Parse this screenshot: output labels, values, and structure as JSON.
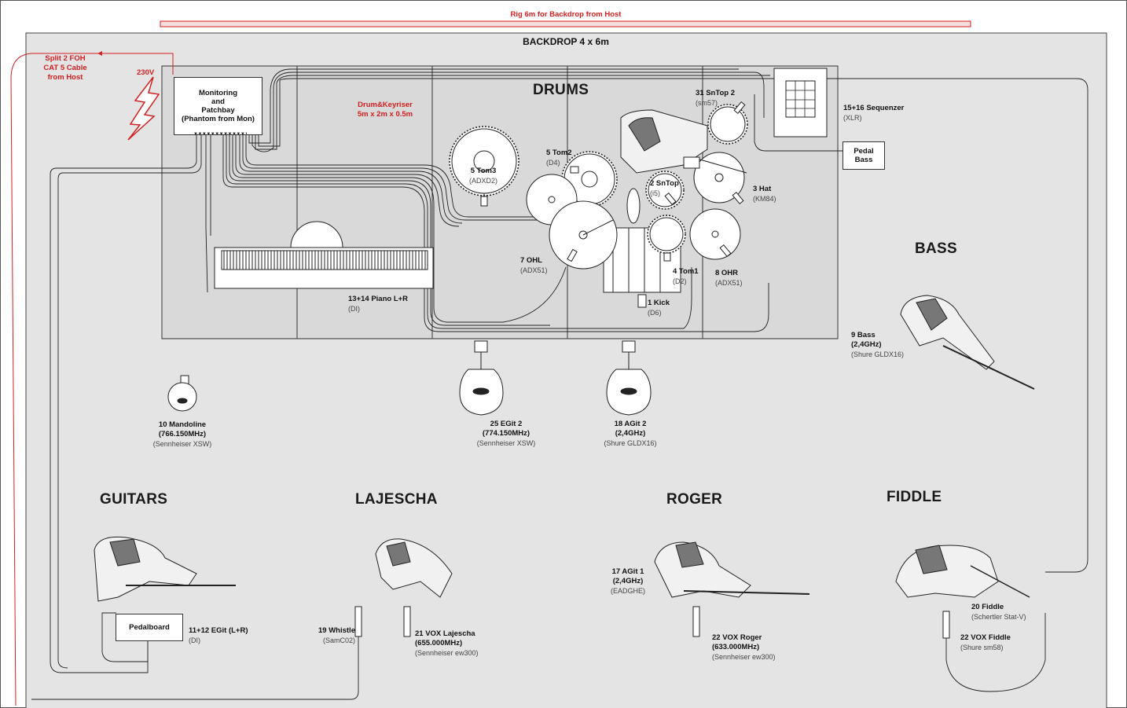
{
  "header": {
    "rig_label": "Rig 6m for Backdrop from Host",
    "backdrop_label": "BACKDROP 4 x 6m"
  },
  "colors": {
    "accent_red": "#d21f1f",
    "stage_fill": "#e4e4e4",
    "riser_fill": "#d8d8d8",
    "line": "#1a1a1a"
  },
  "split": {
    "line1": "Split 2 FOH",
    "line2": "CAT 5 Cable",
    "line3": "from Host",
    "power": "230V"
  },
  "monitoring": {
    "line1": "Monitoring",
    "line2": "and",
    "line3": "Patchbay",
    "line4": "(Phantom from Mon)"
  },
  "riser": {
    "line1": "Drum&Keyriser",
    "line2": "5m x 2m x 0.5m"
  },
  "zones": {
    "drums": "DRUMS",
    "bass": "BASS",
    "guitars": "GUITARS",
    "lajescha": "LAJESCHA",
    "roger": "ROGER",
    "fiddle": "FIDDLE"
  },
  "channels": {
    "tom3": {
      "name": "5 Tom3",
      "mic": "(ADXD2)"
    },
    "tom2": {
      "name": "5 Tom2",
      "mic": "(D4)"
    },
    "sntop2": {
      "name": "31 SnTop 2",
      "mic": "(sm57)"
    },
    "sntop": {
      "name": "2 SnTop",
      "mic": "(i5)"
    },
    "hat": {
      "name": "3 Hat",
      "mic": "(KM84)"
    },
    "ohl": {
      "name": "7 OHL",
      "mic": "(ADX51)"
    },
    "tom1": {
      "name": "4 Tom1",
      "mic": "(D2)"
    },
    "ohr": {
      "name": "8 OHR",
      "mic": "(ADX51)"
    },
    "kick": {
      "name": "1 Kick",
      "mic": "(D6)"
    },
    "seq": {
      "name": "15+16 Sequenzer",
      "mic": "(XLR)"
    },
    "piano": {
      "name": "13+14 Piano L+R",
      "mic": "(DI)"
    },
    "bass": {
      "name": "9 Bass",
      "freq": "(2,4GHz)",
      "mic": "(Shure GLDX16)"
    },
    "mandoline": {
      "name": "10 Mandoline",
      "freq": "(766.150MHz)",
      "mic": "(Sennheiser XSW)"
    },
    "egit2": {
      "name": "25 EGit 2",
      "freq": "(774.150MHz)",
      "mic": "(Sennheiser XSW)"
    },
    "agit2": {
      "name": "18  AGit 2",
      "freq": "(2,4GHz)",
      "mic": "(Shure GLDX16)"
    },
    "egit": {
      "name": "11+12 EGit (L+R)",
      "mic": "(DI)"
    },
    "whistle": {
      "name": "19 Whistle",
      "mic": "(SamC02)"
    },
    "vox_lajescha": {
      "name": "21 VOX Lajescha",
      "freq": "(655.000MHz)",
      "mic": "(Sennheiser ew300)"
    },
    "agit1": {
      "name": "17 AGit 1",
      "freq": "(2,4GHz)",
      "mic": "(EADGHE)"
    },
    "vox_roger": {
      "name": "22 VOX Roger",
      "freq": "(633.000MHz)",
      "mic": "(Sennheiser ew300)"
    },
    "fiddle": {
      "name": "20 Fiddle",
      "mic": "(Schertler Stat-V)"
    },
    "vox_fiddle": {
      "name": "22 VOX Fiddle",
      "mic": "(Shure sm58)"
    }
  },
  "boxes": {
    "pedal_bass_1": "Pedal",
    "pedal_bass_2": "Bass",
    "pedalboard": "Pedalboard"
  }
}
